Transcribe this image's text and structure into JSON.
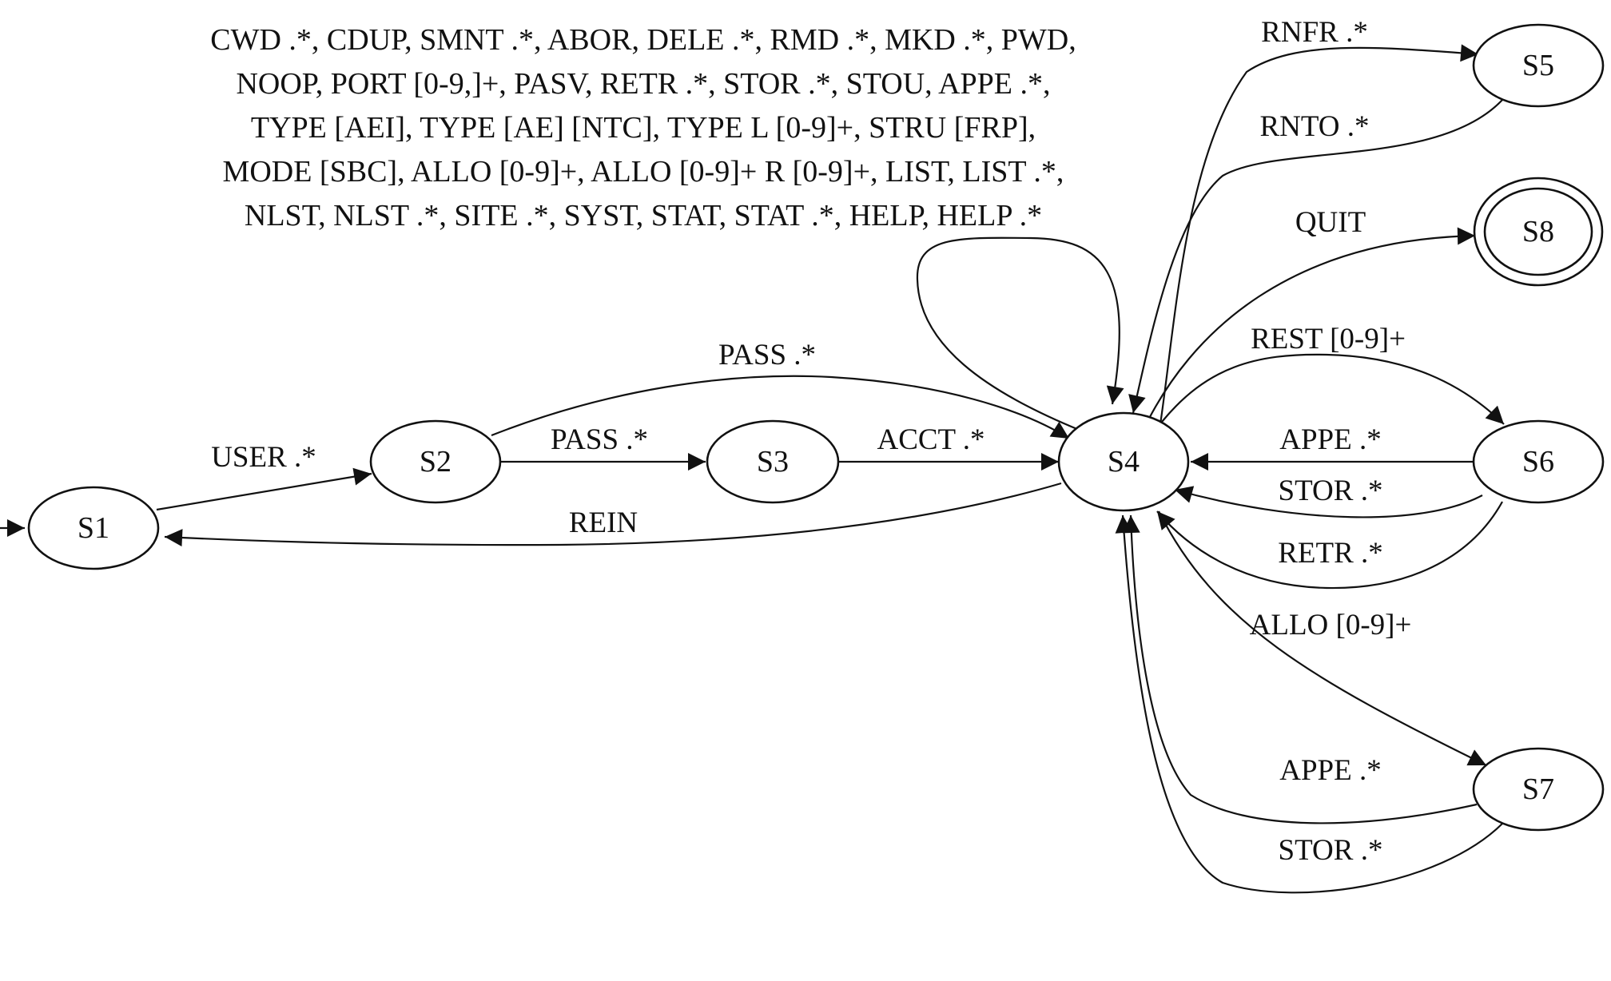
{
  "states": {
    "s1": "S1",
    "s2": "S2",
    "s3": "S3",
    "s4": "S4",
    "s5": "S5",
    "s6": "S6",
    "s7": "S7",
    "s8": "S8"
  },
  "final_state": "S8",
  "transitions": {
    "user": "USER .*",
    "pass_s2_s3": "PASS .*",
    "pass_s2_s4": "PASS .*",
    "acct": "ACCT .*",
    "rein": "REIN",
    "rnfr": "RNFR .*",
    "rnto": "RNTO .*",
    "quit": "QUIT",
    "rest": "REST [0-9]+",
    "appe_s6": "APPE .*",
    "stor_s6": "STOR .*",
    "retr_s6": "RETR .*",
    "allo": "ALLO [0-9]+",
    "appe_s7": "APPE .*",
    "stor_s7": "STOR .*"
  },
  "self_loop_label": [
    "CWD .*, CDUP, SMNT .*, ABOR, DELE .*, RMD .*, MKD .*, PWD,",
    "NOOP, PORT [0-9,]+, PASV, RETR .*, STOR .*, STOU, APPE .*,",
    "TYPE [AEI], TYPE [AE] [NTC], TYPE L [0-9]+, STRU [FRP],",
    "MODE [SBC], ALLO [0-9]+, ALLO [0-9]+ R [0-9]+, LIST, LIST .*,",
    "NLST, NLST .*, SITE .*, SYST, STAT, STAT .*, HELP, HELP .*"
  ]
}
